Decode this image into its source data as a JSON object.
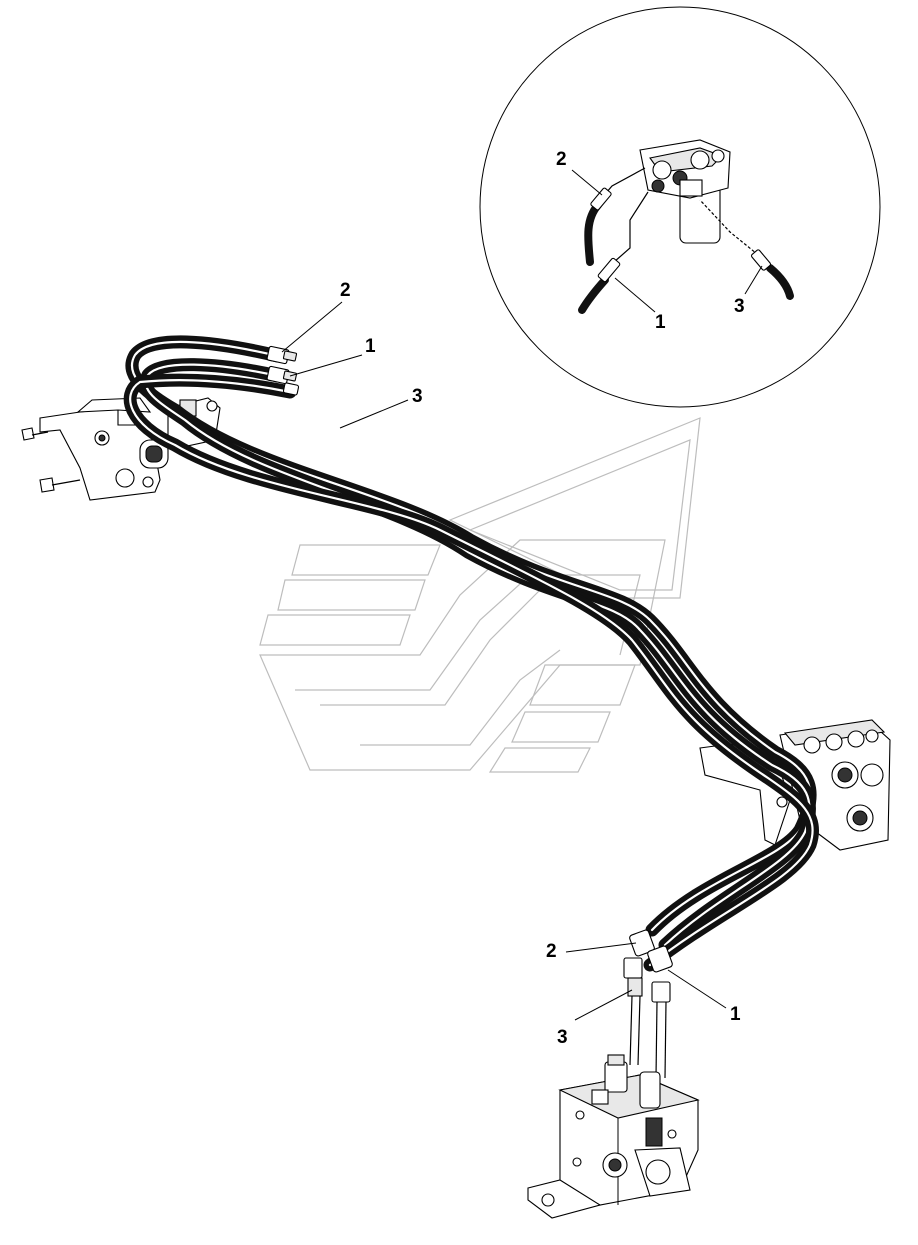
{
  "diagram": {
    "callouts": {
      "detail_2": "2",
      "detail_1": "1",
      "detail_3": "3",
      "top_2": "2",
      "top_1": "1",
      "top_3": "3",
      "bottom_2": "2",
      "bottom_3": "3",
      "bottom_1": "1"
    },
    "colors": {
      "hose": "#111111",
      "line": "#000000",
      "watermark": "#bdbdbd",
      "background": "#ffffff"
    }
  }
}
